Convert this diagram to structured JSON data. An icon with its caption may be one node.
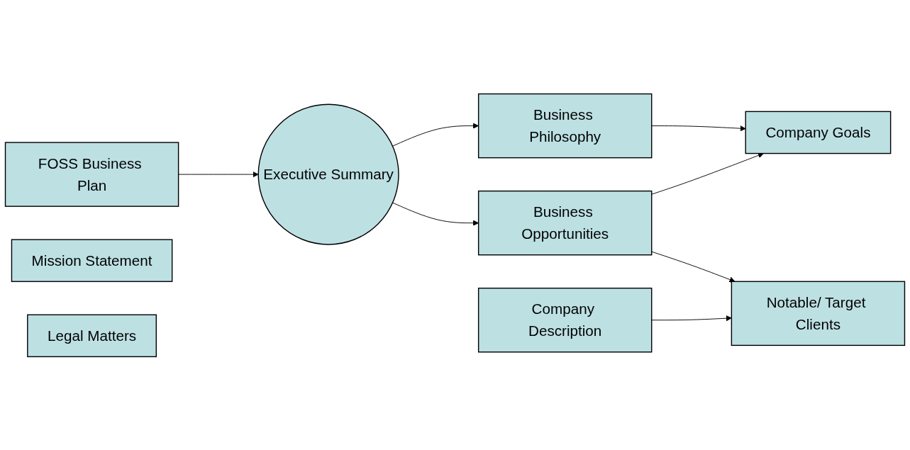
{
  "diagram": {
    "nodes": [
      {
        "text": [
          "FOSS Business Plan"
        ]
      },
      {
        "text": [
          "Executive Summary"
        ]
      },
      {
        "text": [
          "Business Philosophy"
        ]
      },
      {
        "text": [
          "Company Description"
        ]
      },
      {
        "text": [
          "Mission Statement"
        ]
      },
      {
        "text": [
          "Legal Matters"
        ]
      },
      {
        "text": [
          "Business Opportunities"
        ]
      },
      {
        "text": [
          "Company Goals"
        ]
      },
      {
        "text": [
          "Notable/ Target Clients"
        ]
      }
    ],
    "edges": [
      {
        "from": 0,
        "to": 1,
        "arrow": "to"
      },
      {
        "from": 1,
        "to": 2,
        "arrow": "to"
      },
      {
        "from": 1,
        "to": 6,
        "arrow": "to"
      },
      {
        "from": 2,
        "to": 7,
        "arrow": "to"
      },
      {
        "from": 6,
        "to": 7,
        "arrow": "to"
      },
      {
        "from": 3,
        "to": 8,
        "arrow": "to"
      },
      {
        "from": 6,
        "to": 8,
        "arrow": "to"
      }
    ]
  }
}
